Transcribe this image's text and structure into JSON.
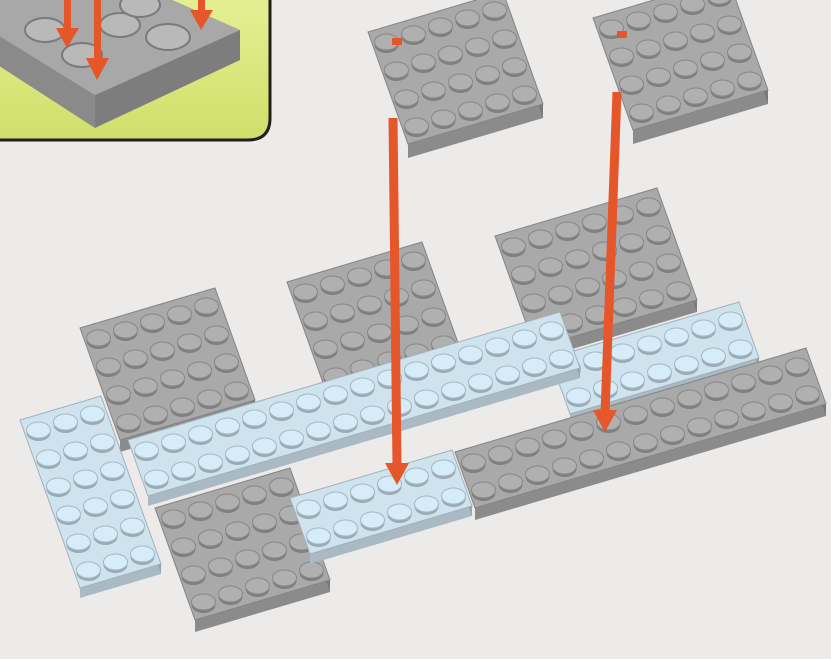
{
  "diagram": {
    "kind": "building-instruction-step",
    "colors": {
      "background": "#ecebea",
      "light_blue_plate": "#cfe3ef",
      "gray_plate": "#a9a9a9",
      "arrow": "#e5562a",
      "callout_panel": "#dfeb86"
    },
    "parts_to_add": [
      {
        "name": "gray-plate-2x4",
        "color": "gray",
        "count": 2
      }
    ],
    "arrow_count": 2,
    "callout": {
      "present": true,
      "icon": "assembly-zoom-inset"
    }
  }
}
